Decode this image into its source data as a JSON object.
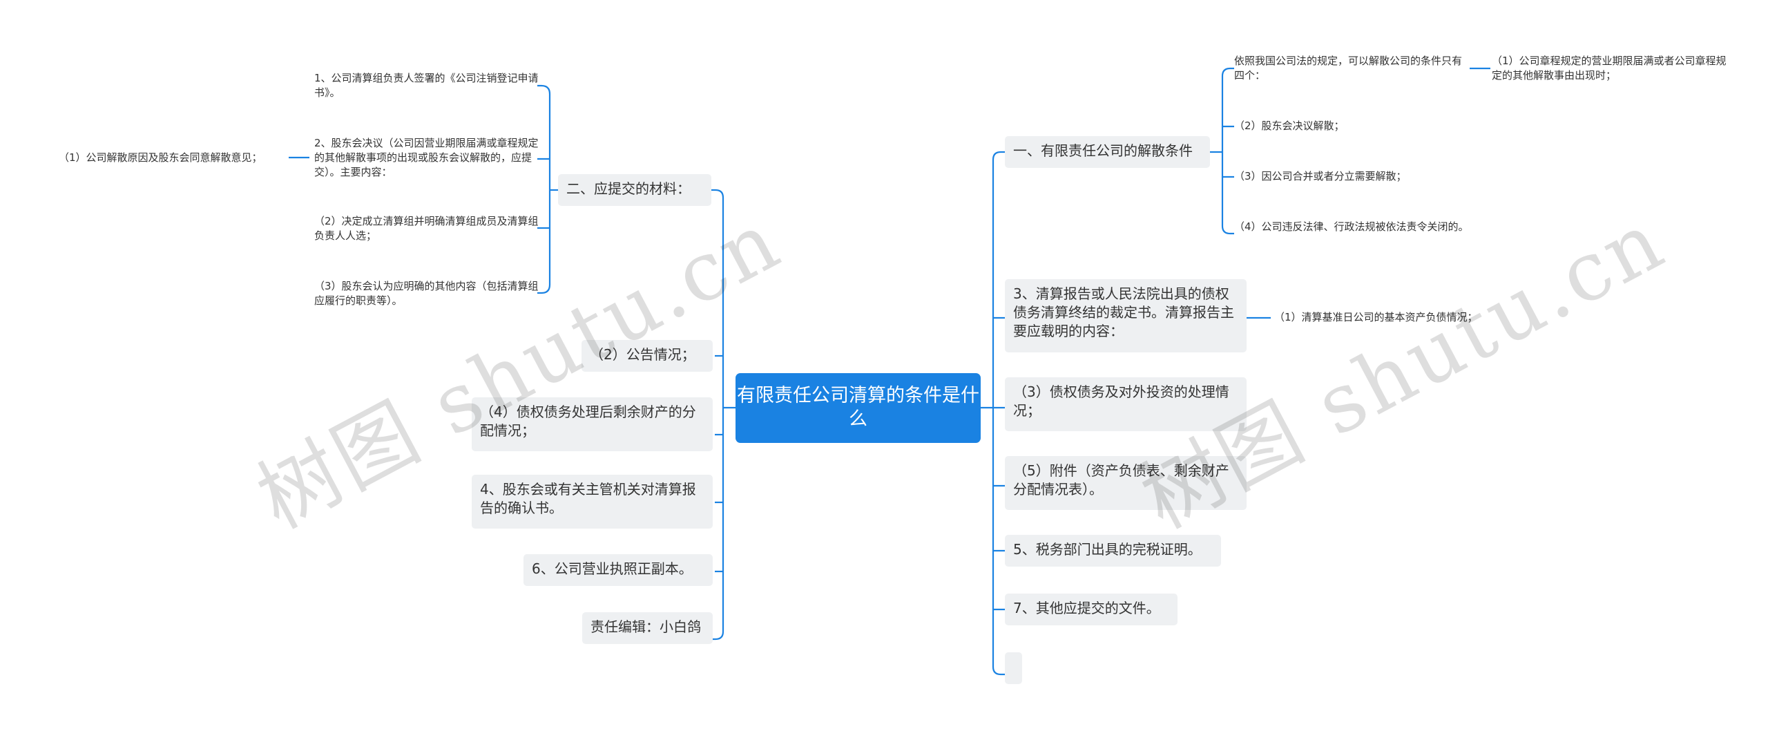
{
  "root": "有限责任公司清算的条件是什么",
  "left": {
    "materials": {
      "label": "二、应提交的材料：",
      "items": [
        "1、公司清算组负责人签署的《公司注销登记申请书》。",
        "2、股东会决议（公司因营业期限届满或章程规定的其他解散事项的出现或股东会议解散的，应提交）。主要内容：",
        "（2）决定成立清算组并明确清算组成员及清算组负责人人选；",
        "（3）股东会认为应明确的其他内容（包括清算组应履行的职责等）。"
      ],
      "sub_of_item_2": "（1）公司解散原因及股东会同意解散意见；"
    },
    "announce": "（2）公告情况；",
    "property": "（4）债权债务处理后剩余财产的分配情况；",
    "confirm": "4、股东会或有关主管机关对清算报告的确认书。",
    "license": "6、公司营业执照正副本。",
    "editor": "责任编辑：小白鸽"
  },
  "right": {
    "dissolution": {
      "label": "一、有限责任公司的解散条件",
      "items": [
        "依照我国公司法的规定，可以解散公司的条件只有四个：",
        "（2）股东会决议解散；",
        "（3）因公司合并或者分立需要解散；",
        "（4）公司违反法律、行政法规被依法责令关闭的。"
      ],
      "sub_of_item_1": "（1）公司章程规定的营业期限届满或者公司章程规定的其他解散事由出现时；"
    },
    "report": {
      "label": "3、清算报告或人民法院出具的债权债务清算终结的裁定书。清算报告主要应载明的内容：",
      "sub": "（1）清算基准日公司的基本资产负债情况；"
    },
    "investment": "（3）债权债务及对外投资的处理情况；",
    "attachment": "（5）附件（资产负债表、剩余财产分配情况表）。",
    "tax": "5、税务部门出具的完税证明。",
    "other": "7、其他应提交的文件。",
    "empty": ""
  },
  "watermark": "树图 shutu.cn",
  "colors": {
    "root": "#1a82e2",
    "line": "#1a82e2",
    "box": "#eef0f2"
  }
}
